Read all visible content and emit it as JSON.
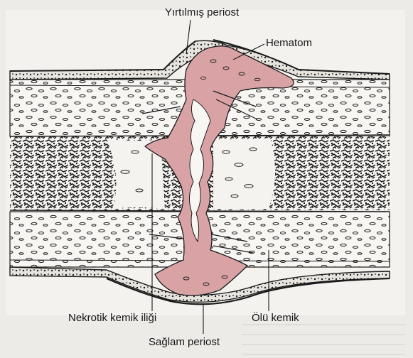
{
  "labels": {
    "torn_periosteum": "Yırtılmış periost",
    "hematoma": "Hematom",
    "necrotic_marrow": "Nekrotik kemik iliği",
    "dead_bone": "Ölü kemik",
    "intact_periosteum": "Sağlam periost"
  },
  "colors": {
    "background": "#ecebe8",
    "panel": "#f3f2ef",
    "bone": "#f7f6f3",
    "hematoma": "#d9a3a6",
    "ink": "#1a1a1a"
  }
}
